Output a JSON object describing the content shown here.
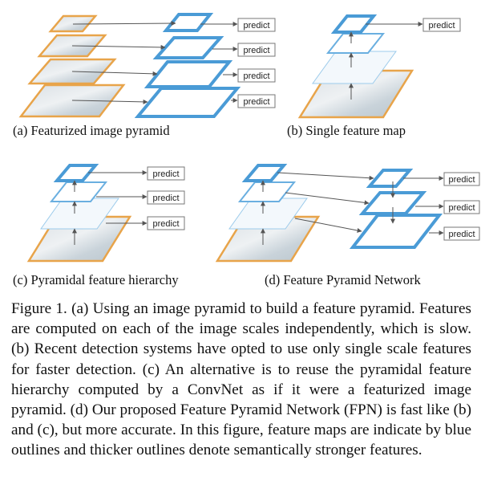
{
  "predict_label": "predict",
  "colors": {
    "feature_blue": "#4a9bd6",
    "image_orange": "#e8a44a",
    "arrow_gray": "#555555"
  },
  "panels": {
    "a": {
      "caption": "(a) Featurized image pyramid"
    },
    "b": {
      "caption": "(b) Single feature map"
    },
    "c": {
      "caption": "(c) Pyramidal feature hierarchy"
    },
    "d": {
      "caption": "(d) Feature Pyramid Network"
    }
  },
  "figure_caption": "Figure 1. (a) Using an image pyramid to build a feature pyramid. Features are computed on each of the image scales independently, which is slow. (b) Recent detection systems have opted to use only single scale features for faster detection. (c) An alternative is to reuse the pyramidal feature hierarchy computed by a ConvNet as if it were a featurized image pyramid. (d) Our proposed Feature Pyramid Network (FPN) is fast like (b) and (c), but more accurate. In this figure, feature maps are indicate by blue outlines and thicker outlines denote semantically stronger features."
}
